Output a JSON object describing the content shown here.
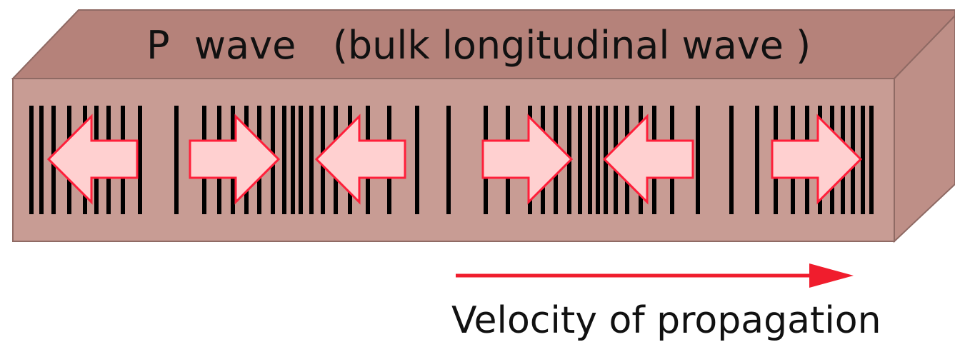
{
  "title": "P  wave   (bulk longitudinal wave )",
  "velocity_label": "Velocity of propagation",
  "colors": {
    "block_front": "#c89c94",
    "block_top": "#b5827a",
    "block_side": "#be8f87",
    "block_edge": "#8f6a64",
    "particle_line": "#000000",
    "arrow_fill": "#ffd0d0",
    "arrow_stroke": "#ff1f3a",
    "velocity_arrow": "#f01d2d"
  },
  "arrows": [
    {
      "direction": "left"
    },
    {
      "direction": "right"
    },
    {
      "direction": "left"
    },
    {
      "direction": "right"
    },
    {
      "direction": "left"
    },
    {
      "direction": "right"
    }
  ]
}
